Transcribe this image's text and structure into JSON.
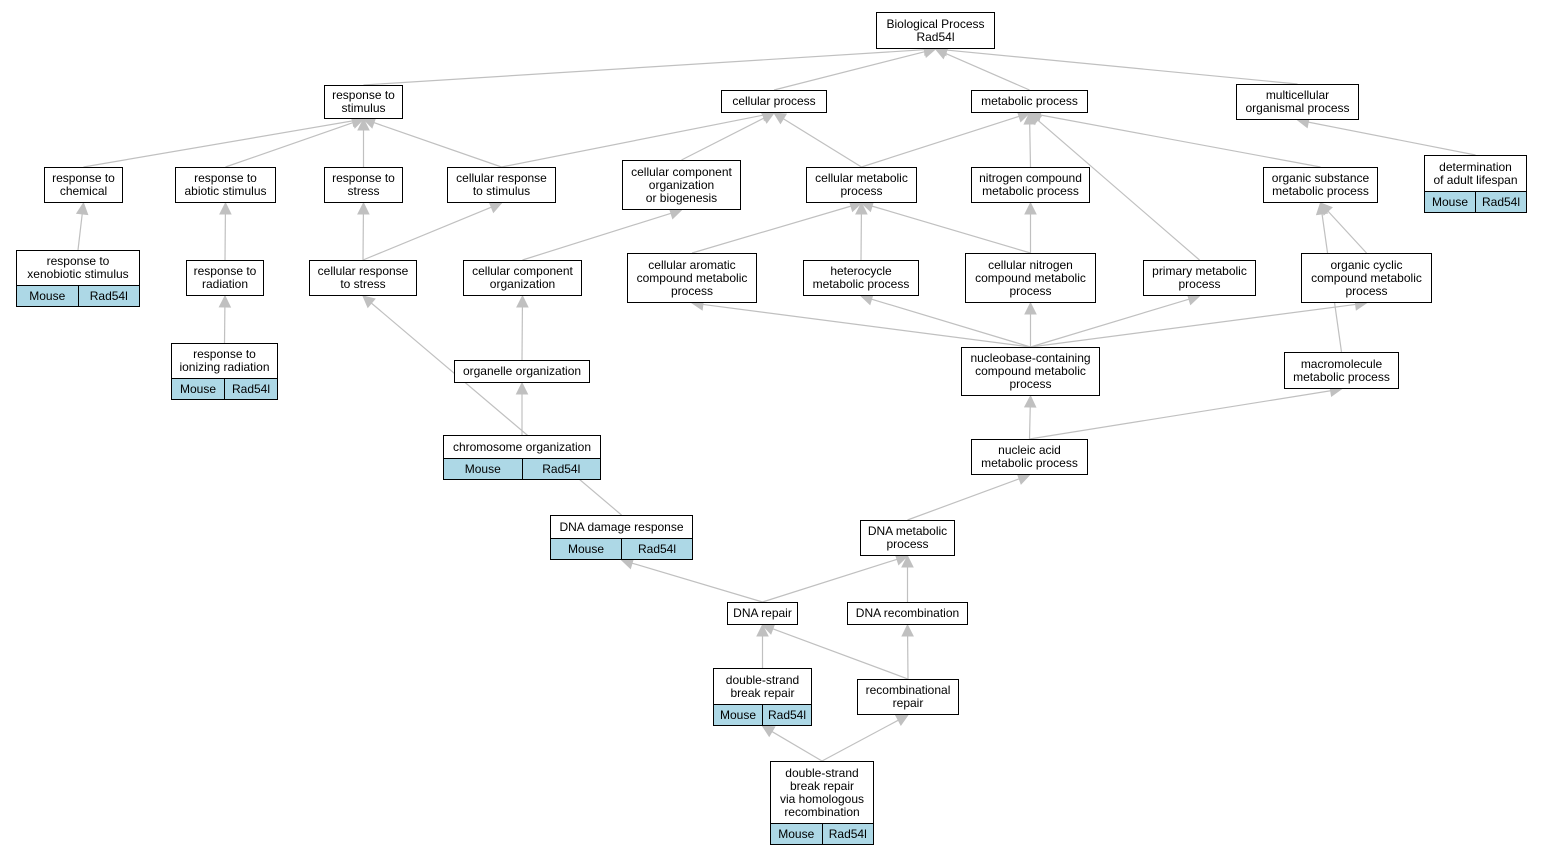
{
  "nodes": {
    "bp": {
      "label": "Biological Process\nRad54l"
    },
    "rts": {
      "label": "response to\nstimulus"
    },
    "cp": {
      "label": "cellular process"
    },
    "mp": {
      "label": "metabolic process"
    },
    "mop": {
      "label": "multicellular\norganismal process"
    },
    "dal": {
      "label": "determination\nof adult lifespan",
      "species": "Mouse",
      "gene": "Rad54l"
    },
    "rtc": {
      "label": "response to\nchemical"
    },
    "ras": {
      "label": "response to\nabiotic stimulus"
    },
    "rst": {
      "label": "response to\nstress"
    },
    "crs": {
      "label": "cellular response\nto stimulus"
    },
    "ccob": {
      "label": "cellular component\norganization\nor biogenesis"
    },
    "cmp": {
      "label": "cellular metabolic\nprocess"
    },
    "ncmp": {
      "label": "nitrogen compound\nmetabolic process"
    },
    "osmp": {
      "label": "organic substance\nmetabolic process"
    },
    "rxs": {
      "label": "response to\nxenobiotic stimulus",
      "species": "Mouse",
      "gene": "Rad54l"
    },
    "rtr": {
      "label": "response to\nradiation"
    },
    "crst": {
      "label": "cellular response\nto stress"
    },
    "cco": {
      "label": "cellular component\norganization"
    },
    "cacmp": {
      "label": "cellular aromatic\ncompound metabolic\nprocess"
    },
    "hmp": {
      "label": "heterocycle\nmetabolic process"
    },
    "cncmp": {
      "label": "cellular nitrogen\ncompound metabolic\nprocess"
    },
    "pmp": {
      "label": "primary metabolic\nprocess"
    },
    "occmp": {
      "label": "organic cyclic\ncompound metabolic\nprocess"
    },
    "rir": {
      "label": "response to\nionizing radiation",
      "species": "Mouse",
      "gene": "Rad54l"
    },
    "oo": {
      "label": "organelle organization"
    },
    "nbccmp": {
      "label": "nucleobase-containing\ncompound metabolic\nprocess"
    },
    "mmp": {
      "label": "macromolecule\nmetabolic process"
    },
    "co": {
      "label": "chromosome organization",
      "species": "Mouse",
      "gene": "Rad54l"
    },
    "namp": {
      "label": "nucleic acid\nmetabolic process"
    },
    "ddr": {
      "label": "DNA damage response",
      "species": "Mouse",
      "gene": "Rad54l"
    },
    "dmp": {
      "label": "DNA metabolic\nprocess"
    },
    "drep": {
      "label": "DNA repair"
    },
    "drec": {
      "label": "DNA recombination"
    },
    "dsbr": {
      "label": "double-strand\nbreak repair",
      "species": "Mouse",
      "gene": "Rad54l"
    },
    "rrep": {
      "label": "recombinational\nrepair"
    },
    "dsbhr": {
      "label": "double-strand\nbreak repair\nvia homologous\nrecombination",
      "species": "Mouse",
      "gene": "Rad54l"
    }
  },
  "edges": [
    [
      "rts",
      "bp"
    ],
    [
      "cp",
      "bp"
    ],
    [
      "mp",
      "bp"
    ],
    [
      "mop",
      "bp"
    ],
    [
      "dal",
      "mop"
    ],
    [
      "rtc",
      "rts"
    ],
    [
      "ras",
      "rts"
    ],
    [
      "rst",
      "rts"
    ],
    [
      "crs",
      "rts"
    ],
    [
      "crs",
      "cp"
    ],
    [
      "ccob",
      "cp"
    ],
    [
      "cmp",
      "cp"
    ],
    [
      "cmp",
      "mp"
    ],
    [
      "ncmp",
      "mp"
    ],
    [
      "pmp",
      "mp"
    ],
    [
      "osmp",
      "mp"
    ],
    [
      "rxs",
      "rtc"
    ],
    [
      "rtr",
      "ras"
    ],
    [
      "crst",
      "rst"
    ],
    [
      "crst",
      "crs"
    ],
    [
      "cco",
      "ccob"
    ],
    [
      "cacmp",
      "cmp"
    ],
    [
      "hmp",
      "cmp"
    ],
    [
      "cncmp",
      "cmp"
    ],
    [
      "cncmp",
      "ncmp"
    ],
    [
      "occmp",
      "osmp"
    ],
    [
      "mmp",
      "osmp"
    ],
    [
      "rir",
      "rtr"
    ],
    [
      "oo",
      "cco"
    ],
    [
      "co",
      "oo"
    ],
    [
      "nbccmp",
      "cacmp"
    ],
    [
      "nbccmp",
      "hmp"
    ],
    [
      "nbccmp",
      "cncmp"
    ],
    [
      "nbccmp",
      "pmp"
    ],
    [
      "nbccmp",
      "occmp"
    ],
    [
      "namp",
      "nbccmp"
    ],
    [
      "namp",
      "mmp"
    ],
    [
      "ddr",
      "crst"
    ],
    [
      "dmp",
      "namp"
    ],
    [
      "drep",
      "ddr"
    ],
    [
      "drep",
      "dmp"
    ],
    [
      "drec",
      "dmp"
    ],
    [
      "dsbr",
      "drep"
    ],
    [
      "rrep",
      "drep"
    ],
    [
      "rrep",
      "drec"
    ],
    [
      "dsbhr",
      "dsbr"
    ],
    [
      "dsbhr",
      "rrep"
    ]
  ],
  "colors": {
    "edge": "#c0c0c0",
    "node_border": "#000000",
    "node_fill": "#ffffff",
    "annotation_fill": "#add8e6"
  }
}
